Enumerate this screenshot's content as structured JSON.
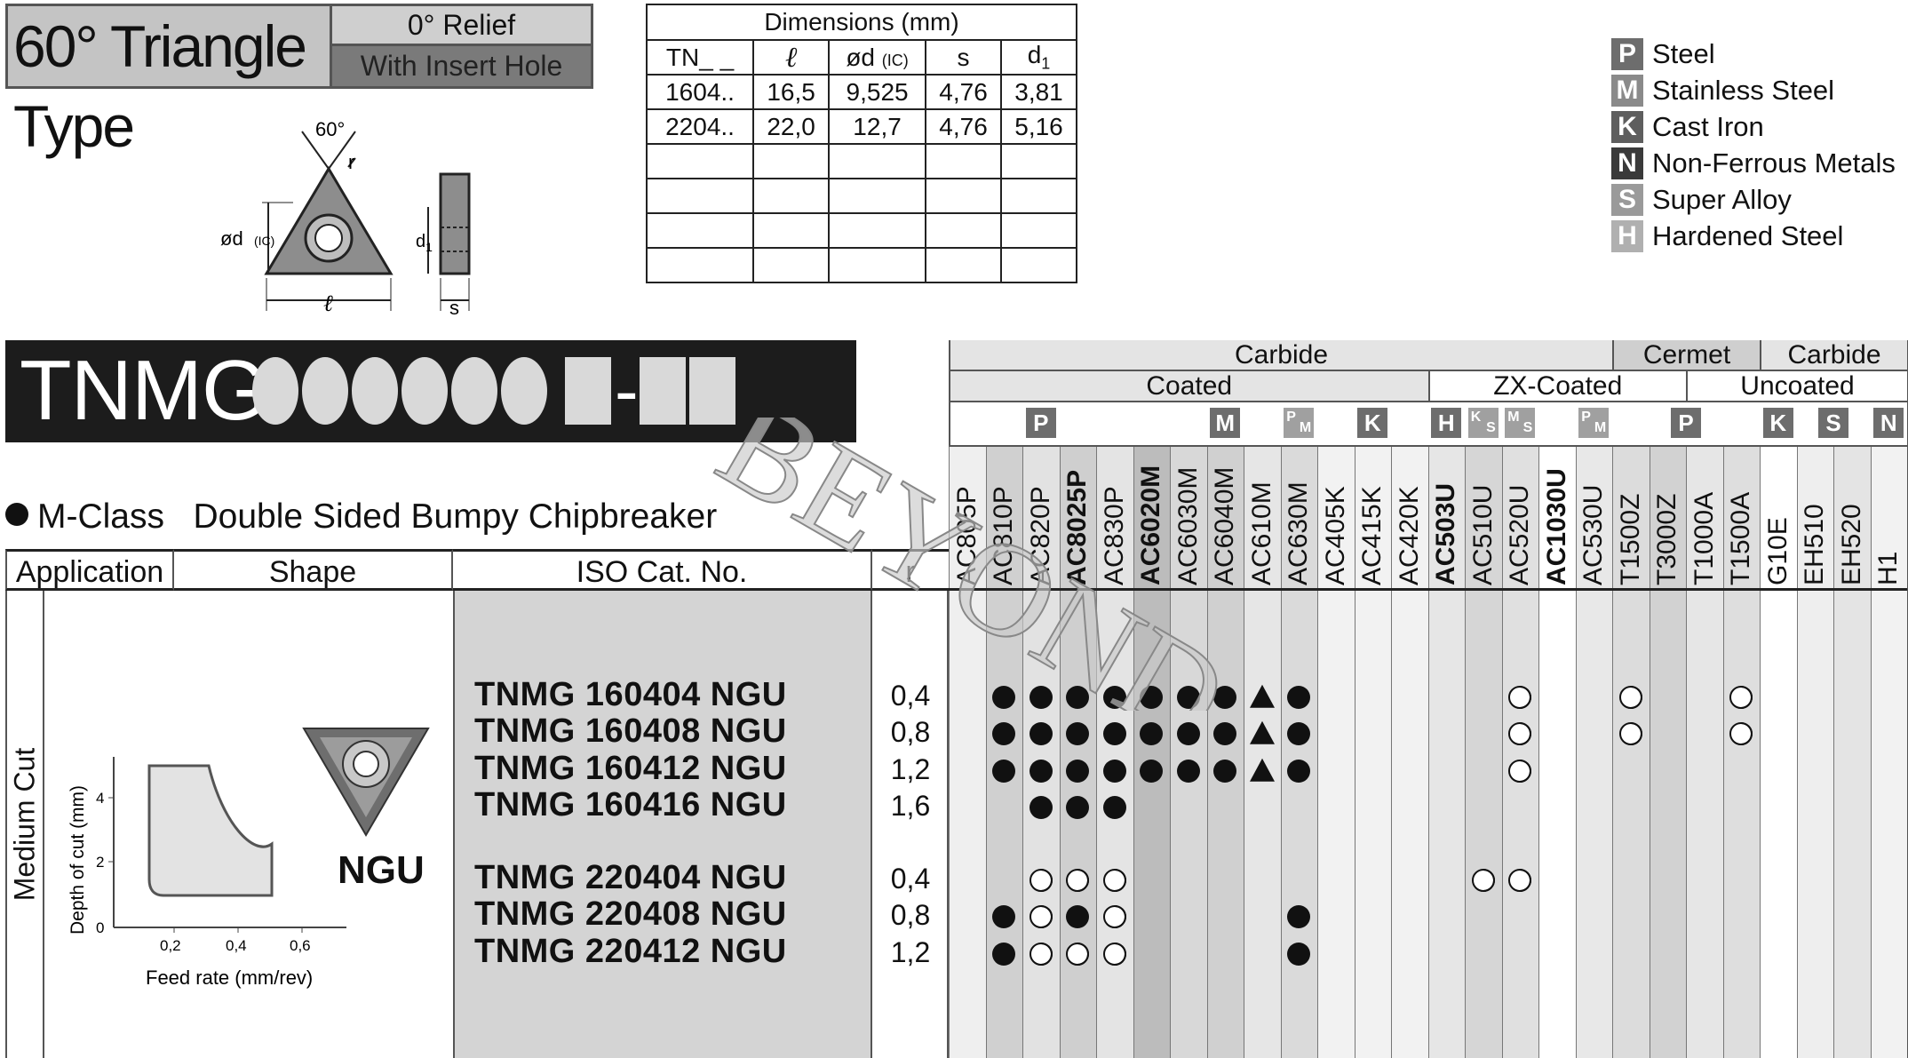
{
  "title": {
    "main": "60° Triangle Type",
    "relief": "0° Relief",
    "hole": "With Insert Hole"
  },
  "diagram": {
    "angle": "60°",
    "r": "r",
    "diameter": "ød",
    "ic": "(IC)",
    "length": "ℓ",
    "d1": "d",
    "d1_sub": "1",
    "s": "s"
  },
  "dimensions": {
    "caption": "Dimensions (mm)",
    "headers": [
      "TN_ _",
      "ℓ",
      "ød",
      "(IC)",
      "s",
      "d"
    ],
    "d_sub": "1",
    "rows": [
      [
        "1604..",
        "16,5",
        "9,525",
        "4,76",
        "3,81"
      ],
      [
        "2204..",
        "22,0",
        "12,7",
        "4,76",
        "5,16"
      ]
    ]
  },
  "legend": [
    {
      "letter": "P",
      "label": "Steel",
      "color": "#6d6d6d"
    },
    {
      "letter": "M",
      "label": "Stainless Steel",
      "color": "#8a8a8a"
    },
    {
      "letter": "K",
      "label": "Cast Iron",
      "color": "#5e5e5e"
    },
    {
      "letter": "N",
      "label": "Non-Ferrous Metals",
      "color": "#3a3a3a"
    },
    {
      "letter": "S",
      "label": "Super Alloy",
      "color": "#9a9a9a"
    },
    {
      "letter": "H",
      "label": "Hardened Steel",
      "color": "#b0b0b0"
    }
  ],
  "product": {
    "code": "TNMG",
    "dash": "-"
  },
  "subtitle": {
    "class": "M-Class",
    "desc": "Double Sided Bumpy Chipbreaker"
  },
  "table_headers": {
    "application": "Application",
    "shape": "Shape",
    "iso": "ISO Cat. No.",
    "r": "r"
  },
  "categories": {
    "carbide1": "Carbide",
    "cermet": "Cermet",
    "carbide2": "Carbide",
    "coated": "Coated",
    "zx": "ZX-Coated",
    "uncoated": "Uncoated"
  },
  "material_badges": [
    {
      "text": "P"
    },
    {
      "text": "M"
    },
    {
      "text": "P",
      "sub": "M"
    },
    {
      "text": "K"
    },
    {
      "text": "H"
    },
    {
      "text": "K",
      "sub": "S"
    },
    {
      "text": "M",
      "sub": "S"
    },
    {
      "text": "P",
      "sub": "M"
    },
    {
      "text": "P"
    },
    {
      "text": "K"
    },
    {
      "text": "S"
    },
    {
      "text": "N"
    }
  ],
  "grades": [
    "AC805P",
    "AC810P",
    "AC820P",
    "AC8025P",
    "AC830P",
    "AC6020M",
    "AC6030M",
    "AC6040M",
    "AC610M",
    "AC630M",
    "AC405K",
    "AC415K",
    "AC420K",
    "AC503U",
    "AC510U",
    "AC520U",
    "AC1030U",
    "AC530U",
    "T1500Z",
    "T3000Z",
    "T1000A",
    "T1500A",
    "G10E",
    "EH510",
    "EH520",
    "H1"
  ],
  "application": "Medium Cut",
  "shape": {
    "name": "NGU",
    "ylabel": "Depth of cut (mm)",
    "xlabel": "Feed rate (mm/rev)",
    "yticks": [
      "0",
      "2",
      "4"
    ],
    "xticks": [
      "0,2",
      "0,4",
      "0,6"
    ]
  },
  "items": [
    {
      "iso": "TNMG 160404 NGU",
      "r": "0,4"
    },
    {
      "iso": "TNMG 160408 NGU",
      "r": "0,8"
    },
    {
      "iso": "TNMG 160412 NGU",
      "r": "1,2"
    },
    {
      "iso": "TNMG 160416 NGU",
      "r": "1,6"
    },
    {
      "iso": "TNMG 220404 NGU",
      "r": "0,4"
    },
    {
      "iso": "TNMG 220408 NGU",
      "r": "0,8"
    },
    {
      "iso": "TNMG 220412 NGU",
      "r": "1,2"
    }
  ],
  "marks": [
    {
      "row": 0,
      "col": 1,
      "type": "dot"
    },
    {
      "row": 0,
      "col": 2,
      "type": "dot"
    },
    {
      "row": 0,
      "col": 3,
      "type": "dot"
    },
    {
      "row": 0,
      "col": 4,
      "type": "dot"
    },
    {
      "row": 0,
      "col": 5,
      "type": "dot"
    },
    {
      "row": 0,
      "col": 6,
      "type": "dot"
    },
    {
      "row": 0,
      "col": 7,
      "type": "dot"
    },
    {
      "row": 0,
      "col": 8,
      "type": "tri"
    },
    {
      "row": 0,
      "col": 9,
      "type": "dot"
    },
    {
      "row": 0,
      "col": 15,
      "type": "half"
    },
    {
      "row": 0,
      "col": 18,
      "type": "half"
    },
    {
      "row": 0,
      "col": 21,
      "type": "half"
    },
    {
      "row": 1,
      "col": 1,
      "type": "dot"
    },
    {
      "row": 1,
      "col": 2,
      "type": "dot"
    },
    {
      "row": 1,
      "col": 3,
      "type": "dot"
    },
    {
      "row": 1,
      "col": 4,
      "type": "dot"
    },
    {
      "row": 1,
      "col": 5,
      "type": "dot"
    },
    {
      "row": 1,
      "col": 6,
      "type": "dot"
    },
    {
      "row": 1,
      "col": 7,
      "type": "dot"
    },
    {
      "row": 1,
      "col": 8,
      "type": "tri"
    },
    {
      "row": 1,
      "col": 9,
      "type": "dot"
    },
    {
      "row": 1,
      "col": 15,
      "type": "half"
    },
    {
      "row": 1,
      "col": 18,
      "type": "half"
    },
    {
      "row": 1,
      "col": 21,
      "type": "half"
    },
    {
      "row": 2,
      "col": 1,
      "type": "dot"
    },
    {
      "row": 2,
      "col": 2,
      "type": "dot"
    },
    {
      "row": 2,
      "col": 3,
      "type": "dot"
    },
    {
      "row": 2,
      "col": 4,
      "type": "dot"
    },
    {
      "row": 2,
      "col": 5,
      "type": "dot"
    },
    {
      "row": 2,
      "col": 6,
      "type": "dot"
    },
    {
      "row": 2,
      "col": 7,
      "type": "dot"
    },
    {
      "row": 2,
      "col": 8,
      "type": "tri"
    },
    {
      "row": 2,
      "col": 9,
      "type": "dot"
    },
    {
      "row": 2,
      "col": 15,
      "type": "half"
    },
    {
      "row": 3,
      "col": 2,
      "type": "dot"
    },
    {
      "row": 3,
      "col": 3,
      "type": "dot"
    },
    {
      "row": 3,
      "col": 4,
      "type": "dot"
    },
    {
      "row": 4,
      "col": 2,
      "type": "half"
    },
    {
      "row": 4,
      "col": 3,
      "type": "half"
    },
    {
      "row": 4,
      "col": 4,
      "type": "half"
    },
    {
      "row": 4,
      "col": 14,
      "type": "half"
    },
    {
      "row": 4,
      "col": 15,
      "type": "half"
    },
    {
      "row": 5,
      "col": 1,
      "type": "dot"
    },
    {
      "row": 5,
      "col": 2,
      "type": "half"
    },
    {
      "row": 5,
      "col": 3,
      "type": "dot"
    },
    {
      "row": 5,
      "col": 4,
      "type": "half"
    },
    {
      "row": 5,
      "col": 9,
      "type": "dot"
    },
    {
      "row": 6,
      "col": 1,
      "type": "dot"
    },
    {
      "row": 6,
      "col": 2,
      "type": "half"
    },
    {
      "row": 6,
      "col": 3,
      "type": "half"
    },
    {
      "row": 6,
      "col": 4,
      "type": "half"
    },
    {
      "row": 6,
      "col": 9,
      "type": "dot"
    }
  ],
  "watermark": "BEYOND"
}
